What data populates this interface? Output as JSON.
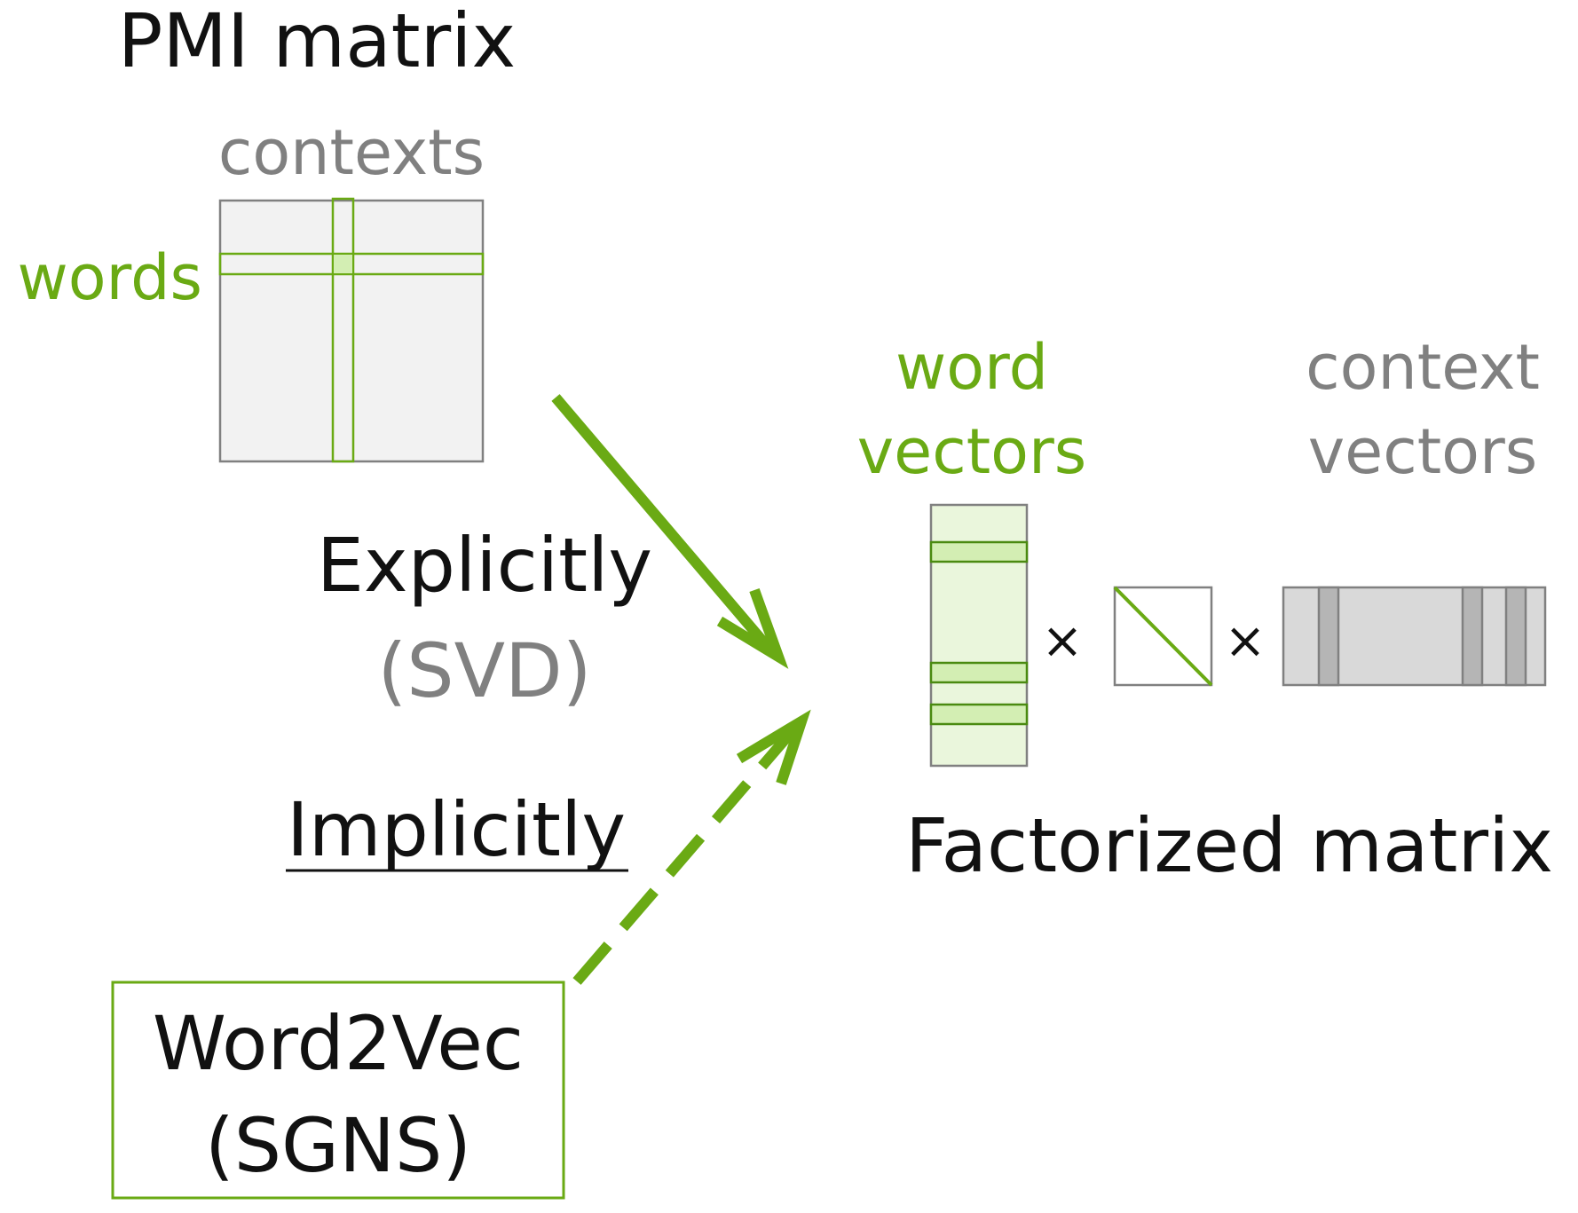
{
  "pmi": {
    "title": "PMI matrix",
    "contexts_label": "contexts",
    "words_label": "words"
  },
  "methods": {
    "explicit_label": "Explicitly",
    "explicit_sub": "(SVD)",
    "implicit_label": "Implicitly"
  },
  "word2vec": {
    "line1": "Word2Vec",
    "line2": "(SGNS)"
  },
  "factorized": {
    "word_vectors_line1": "word",
    "word_vectors_line2": "vectors",
    "context_vectors_line1": "context",
    "context_vectors_line2": "vectors",
    "times_symbol": "×",
    "title": "Factorized matrix"
  },
  "colors": {
    "green": "#6aaa14",
    "dark_green": "#4a8a10",
    "gray_text": "#808080",
    "black": "#111111",
    "matrix_fill": "#f2f2f2",
    "matrix_stroke": "#808080",
    "light_green_fill": "#eaf6dc",
    "band_green_fill": "#d3eeb3",
    "context_fill": "#d9d9d9",
    "context_band_fill": "#b5b5b5"
  }
}
